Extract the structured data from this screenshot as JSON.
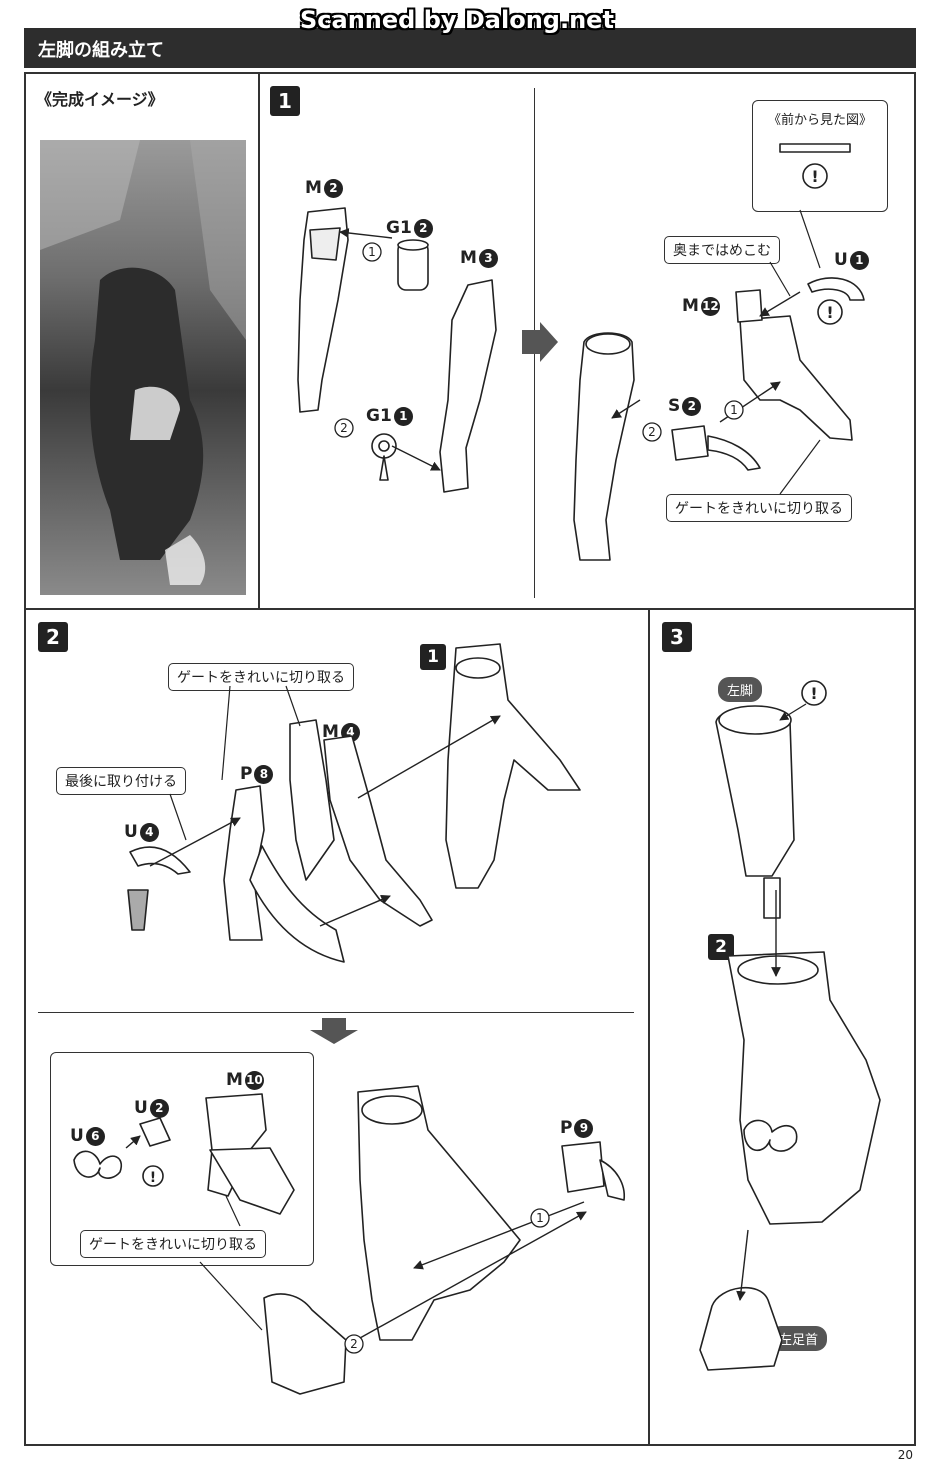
{
  "watermark": "Scanned by Dalong.net",
  "header": {
    "title": "左脚の組み立て"
  },
  "preview": {
    "label": "《完成イメージ》"
  },
  "step1": {
    "number": "1",
    "view_label": "《前から見た図》",
    "parts": [
      {
        "code": "M",
        "num": "2"
      },
      {
        "code": "G1",
        "num": "2"
      },
      {
        "code": "M",
        "num": "3"
      },
      {
        "code": "G1",
        "num": "1"
      },
      {
        "code": "U",
        "num": "1"
      },
      {
        "code": "M",
        "num": "12"
      },
      {
        "code": "S",
        "num": "2"
      }
    ],
    "callout_push": "奥まではめこむ",
    "callout_gate": "ゲートをきれいに切り取る"
  },
  "step2": {
    "number": "2",
    "ref_step": "1",
    "callout_gate": "ゲートをきれいに切り取る",
    "callout_last": "最後に取り付ける",
    "callout_gate2": "ゲートをきれいに切り取る",
    "parts": [
      {
        "code": "M",
        "num": "4"
      },
      {
        "code": "P",
        "num": "8"
      },
      {
        "code": "U",
        "num": "4"
      },
      {
        "code": "M",
        "num": "10"
      },
      {
        "code": "U",
        "num": "2"
      },
      {
        "code": "U",
        "num": "6"
      },
      {
        "code": "P",
        "num": "9"
      }
    ]
  },
  "step3": {
    "number": "3",
    "ref_step": "2",
    "label_leg": "左脚",
    "label_ankle": "左足首"
  },
  "page_number": "20"
}
